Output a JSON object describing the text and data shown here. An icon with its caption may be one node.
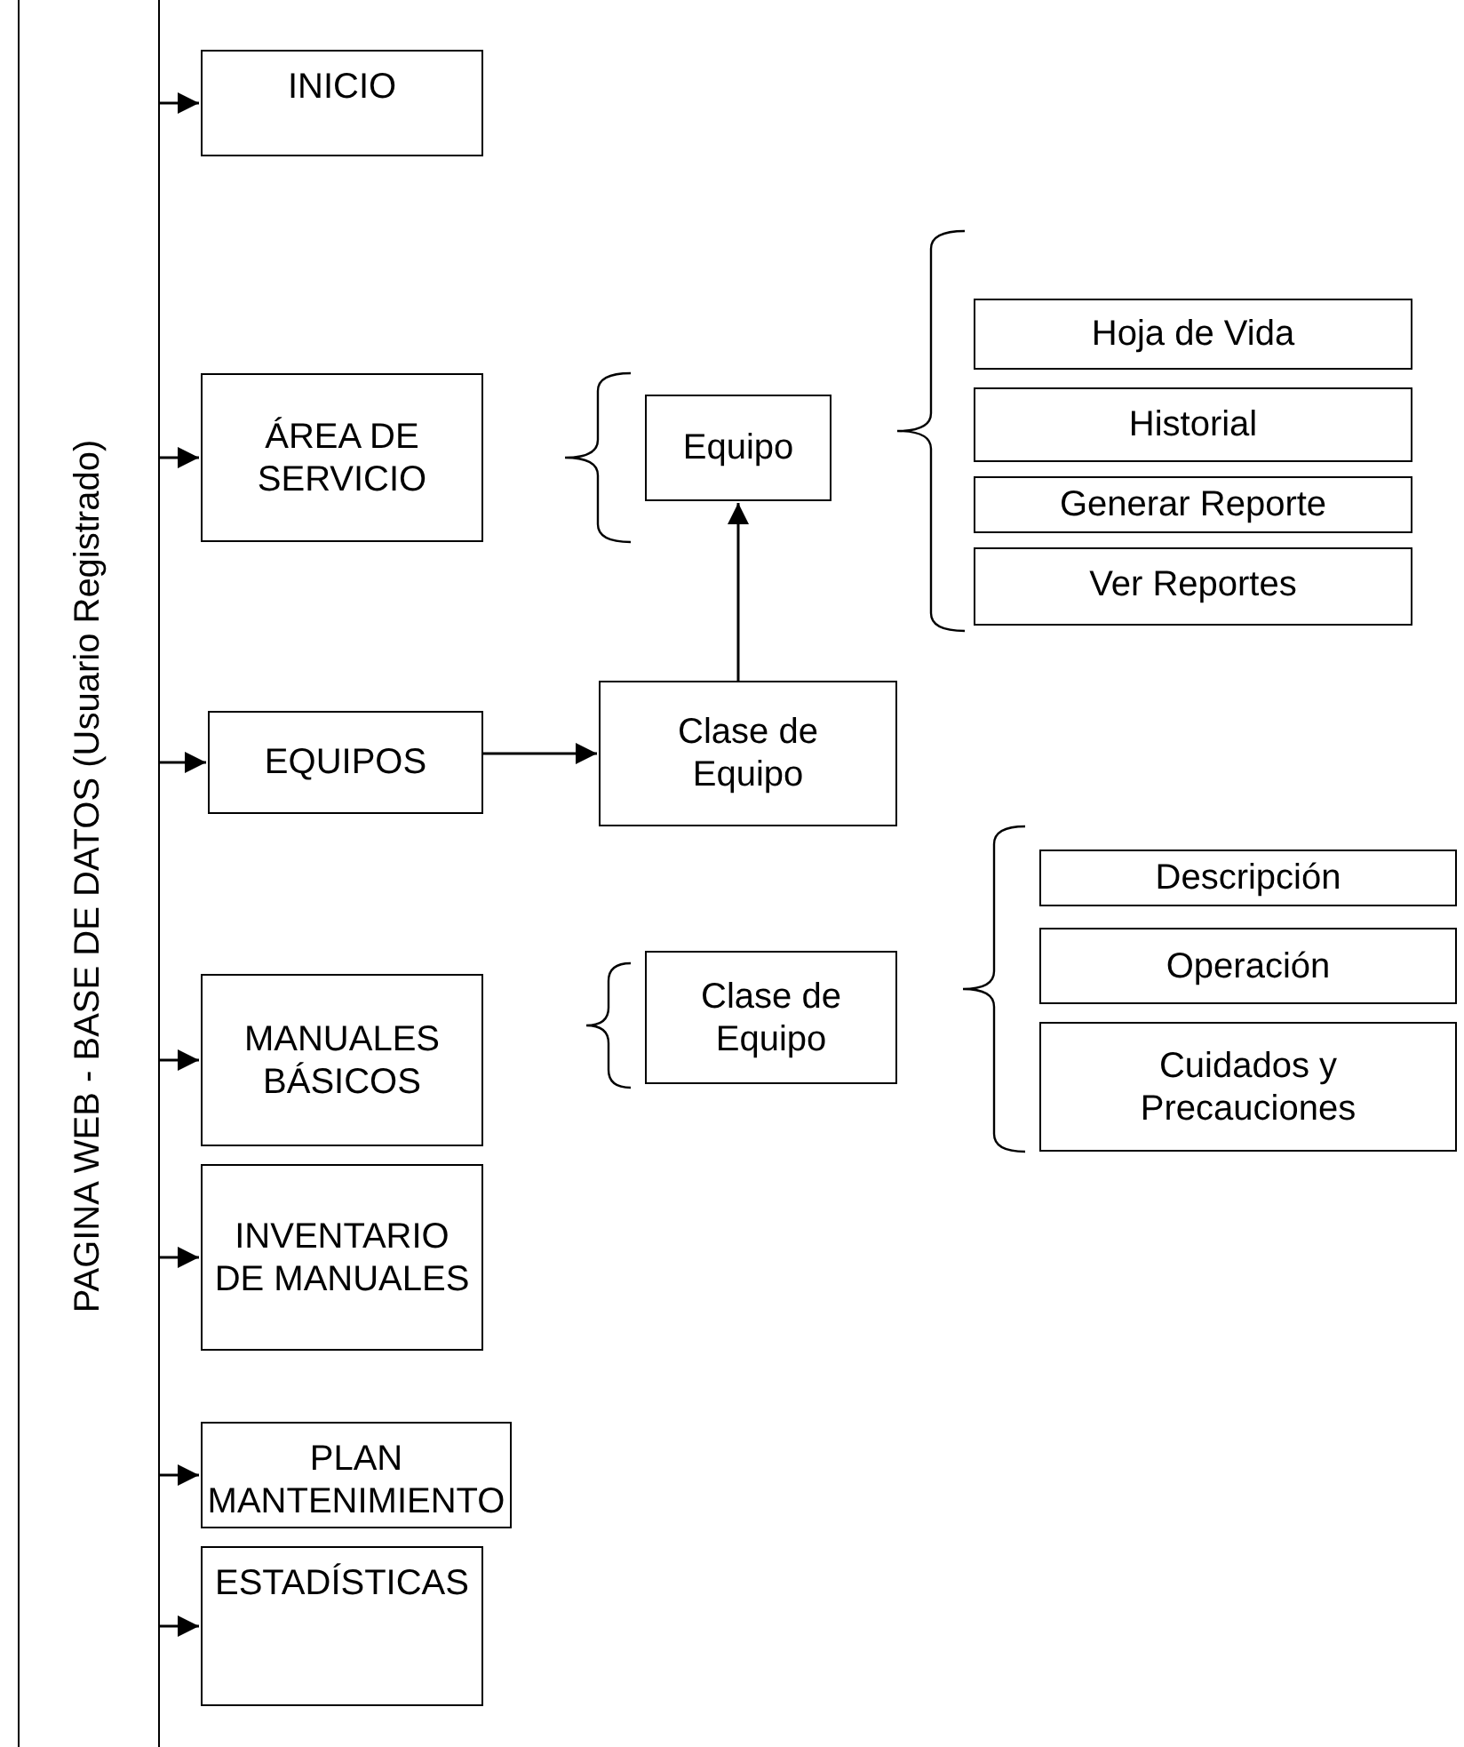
{
  "diagram": {
    "nodes": [
      {
        "text": [
          "PAGINA WEB - BASE DE DATOS (Usuario Registrado)"
        ]
      },
      {
        "text": [
          "INICIO"
        ]
      },
      {
        "text": [
          "ÁREA DE SERVICIO"
        ]
      },
      {
        "text": [
          "Equipo"
        ]
      },
      {
        "text": [
          "Hoja de Vida"
        ]
      },
      {
        "text": [
          "Historial"
        ]
      },
      {
        "text": [
          "Generar Reporte"
        ]
      },
      {
        "text": [
          "Ver Reportes"
        ]
      },
      {
        "text": [
          "EQUIPOS"
        ]
      },
      {
        "text": [
          "Clase de Equipo"
        ]
      },
      {
        "text": [
          "MANUALES BÁSICOS"
        ]
      },
      {
        "text": [
          "Clase de Equipo"
        ]
      },
      {
        "text": [
          "Descripción"
        ]
      },
      {
        "text": [
          "Operación"
        ]
      },
      {
        "text": [
          "Cuidados y Precauciones"
        ]
      },
      {
        "text": [
          "INVENTARIO DE MANUALES"
        ]
      },
      {
        "text": [
          "PLAN MANTENIMIENTO"
        ]
      },
      {
        "text": [
          "ESTADÍSTICAS"
        ]
      }
    ],
    "edges": [
      {
        "from": 0,
        "to": 1,
        "arrow": "to"
      },
      {
        "from": 0,
        "to": 2,
        "arrow": "to"
      },
      {
        "from": 0,
        "to": 8,
        "arrow": "to"
      },
      {
        "from": 0,
        "to": 10,
        "arrow": "to"
      },
      {
        "from": 0,
        "to": 15,
        "arrow": "to"
      },
      {
        "from": 0,
        "to": 16,
        "arrow": "to"
      },
      {
        "from": 0,
        "to": 17,
        "arrow": "to"
      },
      {
        "from": 8,
        "to": 9,
        "arrow": "to"
      },
      {
        "from": 9,
        "to": 3,
        "arrow": "to"
      }
    ]
  }
}
